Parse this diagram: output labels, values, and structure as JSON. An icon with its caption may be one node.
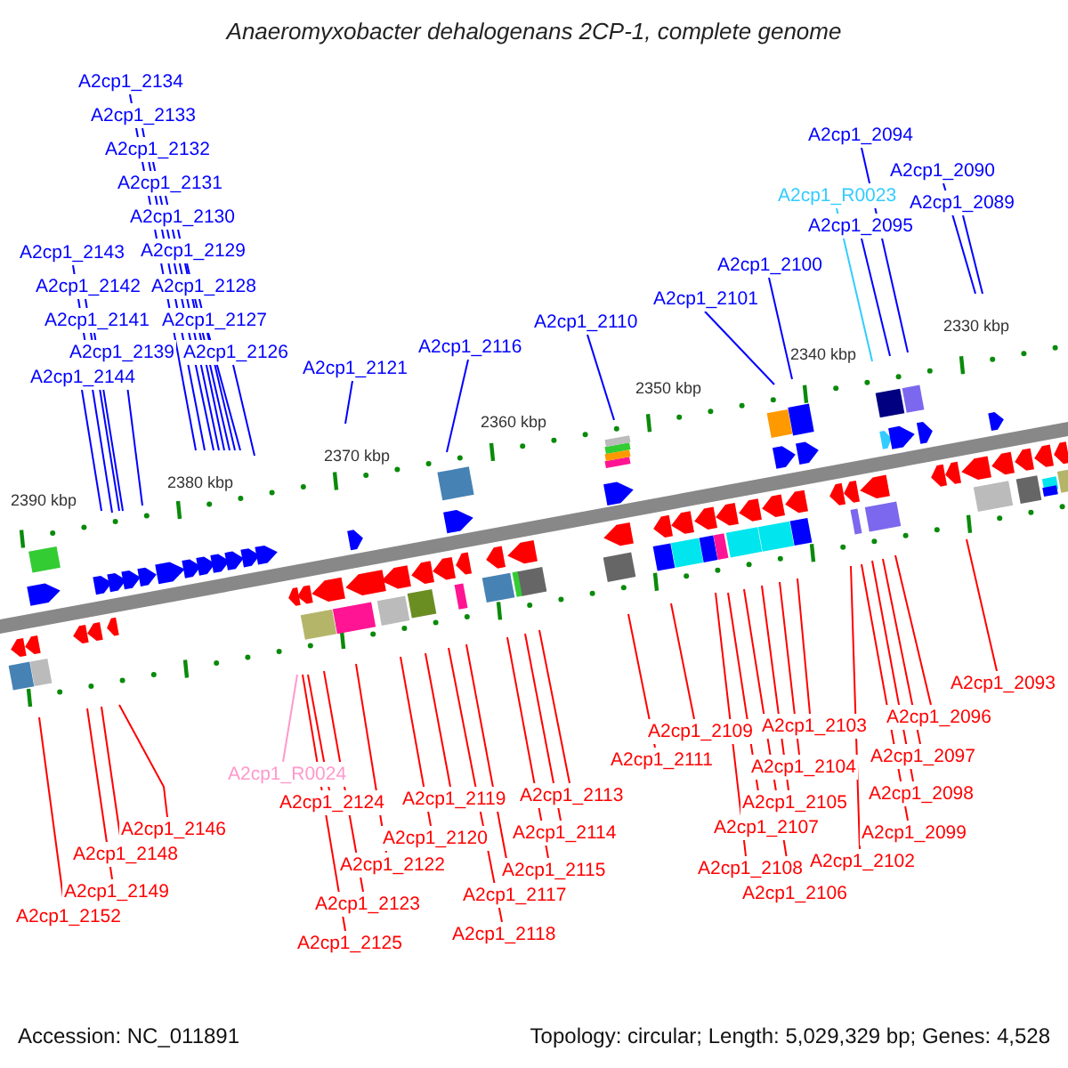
{
  "diagram": {
    "title": "Anaeromyxobacter dehalogenans 2CP-1, complete genome",
    "nodes": [
      {
        "text": [
          "A2cp1_2134"
        ]
      },
      {
        "text": [
          "A2cp1_2133"
        ]
      },
      {
        "text": [
          "A2cp1_2094"
        ]
      },
      {
        "text": [
          "A2cp1_2132"
        ]
      },
      {
        "text": [
          "A2cp1_2090"
        ]
      },
      {
        "text": [
          "A2cp1_2131"
        ]
      },
      {
        "text": [
          "A2cp1_R0023"
        ]
      },
      {
        "text": [
          "A2cp1_2089"
        ]
      },
      {
        "text": [
          "A2cp1_2130"
        ]
      },
      {
        "text": [
          "A2cp1_2095"
        ]
      },
      {
        "text": [
          "A2cp1_2129"
        ]
      },
      {
        "text": [
          "A2cp1_2143"
        ]
      },
      {
        "text": [
          "A2cp1_2100"
        ]
      },
      {
        "text": [
          "A2cp1_2142"
        ]
      },
      {
        "text": [
          "A2cp1_2128"
        ]
      },
      {
        "text": [
          "A2cp1_2101"
        ]
      },
      {
        "text": [
          "A2cp1_2141"
        ]
      },
      {
        "text": [
          "A2cp1_2127"
        ]
      },
      {
        "text": [
          "A2cp1_2110"
        ]
      },
      {
        "text": [
          "A2cp1_2116"
        ]
      },
      {
        "text": [
          "A2cp1_2139"
        ]
      },
      {
        "text": [
          "A2cp1_2126"
        ]
      },
      {
        "text": [
          "A2cp1_2121"
        ]
      },
      {
        "text": [
          "A2cp1_2144"
        ]
      },
      {
        "text": [
          "A2cp1_2093"
        ]
      },
      {
        "text": [
          "A2cp1_2096"
        ]
      },
      {
        "text": [
          "A2cp1_2103"
        ]
      },
      {
        "text": [
          "A2cp1_2109"
        ]
      },
      {
        "text": [
          "A2cp1_2111"
        ]
      },
      {
        "text": [
          "A2cp1_2097"
        ]
      },
      {
        "text": [
          "A2cp1_2104"
        ]
      },
      {
        "text": [
          "A2cp1_R0024"
        ]
      },
      {
        "text": [
          "A2cp1_2098"
        ]
      },
      {
        "text": [
          "A2cp1_2113"
        ]
      },
      {
        "text": [
          "A2cp1_2119"
        ]
      },
      {
        "text": [
          "A2cp1_2124"
        ]
      },
      {
        "text": [
          "A2cp1_2105"
        ]
      },
      {
        "text": [
          "A2cp1_2146"
        ]
      },
      {
        "text": [
          "A2cp1_2099"
        ]
      },
      {
        "text": [
          "A2cp1_2107"
        ]
      },
      {
        "text": [
          "A2cp1_2114"
        ]
      },
      {
        "text": [
          "A2cp1_2120"
        ]
      },
      {
        "text": [
          "A2cp1_2148"
        ]
      },
      {
        "text": [
          "A2cp1_2102"
        ]
      },
      {
        "text": [
          "A2cp1_2122"
        ]
      },
      {
        "text": [
          "A2cp1_2108"
        ]
      },
      {
        "text": [
          "A2cp1_2115"
        ]
      },
      {
        "text": [
          "A2cp1_2149"
        ]
      },
      {
        "text": [
          "A2cp1_2106"
        ]
      },
      {
        "text": [
          "A2cp1_2117"
        ]
      },
      {
        "text": [
          "A2cp1_2123"
        ]
      },
      {
        "text": [
          "A2cp1_2152"
        ]
      },
      {
        "text": [
          "A2cp1_2118"
        ]
      },
      {
        "text": [
          "A2cp1_2125"
        ]
      }
    ],
    "edges": [
      {
        "from": 0,
        "to": null,
        "arrow": "none",
        "color": "#0000ff"
      },
      {
        "from": 1,
        "to": null,
        "arrow": "none",
        "color": "#0000ff"
      },
      {
        "from": 2,
        "to": null,
        "arrow": "none",
        "color": "#0000ff"
      },
      {
        "from": 3,
        "to": null,
        "arrow": "none",
        "color": "#0000ff"
      },
      {
        "from": 4,
        "to": null,
        "arrow": "none",
        "color": "#0000ff"
      },
      {
        "from": 5,
        "to": null,
        "arrow": "none",
        "color": "#0000ff"
      },
      {
        "from": 6,
        "to": null,
        "arrow": "none",
        "color": "#33ccff"
      },
      {
        "from": 7,
        "to": null,
        "arrow": "none",
        "color": "#0000ff"
      },
      {
        "from": 8,
        "to": null,
        "arrow": "none",
        "color": "#0000ff"
      },
      {
        "from": 9,
        "to": null,
        "arrow": "none",
        "color": "#0000ff"
      },
      {
        "from": 10,
        "to": null,
        "arrow": "none",
        "color": "#0000ff"
      },
      {
        "from": 11,
        "to": null,
        "arrow": "none",
        "color": "#0000ff"
      },
      {
        "from": 12,
        "to": null,
        "arrow": "none",
        "color": "#0000ff"
      },
      {
        "from": 13,
        "to": null,
        "arrow": "none",
        "color": "#0000ff"
      },
      {
        "from": 14,
        "to": null,
        "arrow": "none",
        "color": "#0000ff"
      },
      {
        "from": 15,
        "to": null,
        "arrow": "none",
        "color": "#0000ff"
      },
      {
        "from": 16,
        "to": null,
        "arrow": "none",
        "color": "#0000ff"
      },
      {
        "from": 17,
        "to": null,
        "arrow": "none",
        "color": "#0000ff"
      },
      {
        "from": 18,
        "to": null,
        "arrow": "none",
        "color": "#0000ff"
      },
      {
        "from": 19,
        "to": null,
        "arrow": "none",
        "color": "#0000ff"
      },
      {
        "from": 20,
        "to": null,
        "arrow": "none",
        "color": "#0000ff"
      },
      {
        "from": 21,
        "to": null,
        "arrow": "none",
        "color": "#0000ff"
      },
      {
        "from": 22,
        "to": null,
        "arrow": "none",
        "color": "#0000ff"
      },
      {
        "from": 23,
        "to": null,
        "arrow": "none",
        "color": "#0000ff"
      },
      {
        "from": 24,
        "to": null,
        "arrow": "none"
      },
      {
        "from": 25,
        "to": null,
        "arrow": "none"
      },
      {
        "from": 26,
        "to": null,
        "arrow": "none"
      },
      {
        "from": 27,
        "to": null,
        "arrow": "none"
      },
      {
        "from": 28,
        "to": null,
        "arrow": "none"
      },
      {
        "from": 29,
        "to": null,
        "arrow": "none"
      },
      {
        "from": 30,
        "to": null,
        "arrow": "none"
      },
      {
        "from": 31,
        "to": null,
        "arrow": "none",
        "color": "#ff99cc"
      },
      {
        "from": 32,
        "to": null,
        "arrow": "none"
      },
      {
        "from": 33,
        "to": null,
        "arrow": "none"
      },
      {
        "from": 34,
        "to": null,
        "arrow": "none"
      },
      {
        "from": 35,
        "to": null,
        "arrow": "none"
      },
      {
        "from": 36,
        "to": null,
        "arrow": "none"
      },
      {
        "from": 37,
        "to": null,
        "arrow": "none"
      },
      {
        "from": 38,
        "to": null,
        "arrow": "none"
      },
      {
        "from": 39,
        "to": null,
        "arrow": "none"
      },
      {
        "from": 40,
        "to": null,
        "arrow": "none"
      },
      {
        "from": 41,
        "to": null,
        "arrow": "none"
      },
      {
        "from": 42,
        "to": null,
        "arrow": "none"
      },
      {
        "from": 43,
        "to": null,
        "arrow": "none"
      },
      {
        "from": 44,
        "to": null,
        "arrow": "none"
      },
      {
        "from": 45,
        "to": null,
        "arrow": "none"
      },
      {
        "from": 46,
        "to": null,
        "arrow": "none"
      },
      {
        "from": 47,
        "to": null,
        "arrow": "none"
      },
      {
        "from": 48,
        "to": null,
        "arrow": "none"
      },
      {
        "from": 49,
        "to": null,
        "arrow": "none"
      },
      {
        "from": 50,
        "to": null,
        "arrow": "none"
      },
      {
        "from": 51,
        "to": null,
        "arrow": "none"
      },
      {
        "from": 52,
        "to": null,
        "arrow": "none"
      },
      {
        "from": 53,
        "to": null,
        "arrow": "none"
      }
    ],
    "labels": [
      "2330 kbp",
      "2340 kbp",
      "2350 kbp",
      "2360 kbp",
      "2370 kbp",
      "2380 kbp",
      "2390 kbp",
      "Accession: NC_011891",
      "Topology: circular; Length: 5,029,329 bp; Genes: 4,528"
    ]
  }
}
